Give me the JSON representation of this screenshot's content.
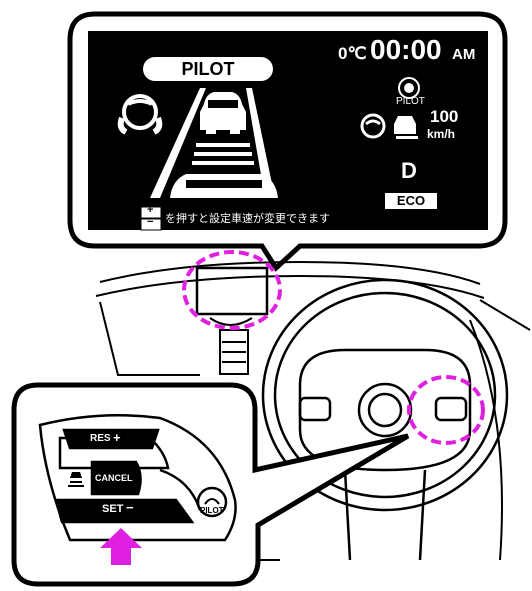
{
  "display": {
    "banner": "PILOT",
    "temperature": "0℃",
    "clock": "00:00",
    "ampm": "AM",
    "propilot_icon_label": "PILOT",
    "speed_value": "100",
    "speed_unit": "km/h",
    "gear": "D",
    "mode": "ECO",
    "hint_text": "を押すと設定車速が変更できます",
    "hint_plus": "+",
    "hint_minus": "−"
  },
  "steering_switch": {
    "res_label": "RES",
    "res_sign": "+",
    "cancel_label": "CANCEL",
    "set_label": "SET",
    "set_sign": "−",
    "pilot_button_label": "PILOT"
  },
  "colors": {
    "highlight": "#e020e0",
    "screen": "#000000",
    "line": "#000000"
  }
}
